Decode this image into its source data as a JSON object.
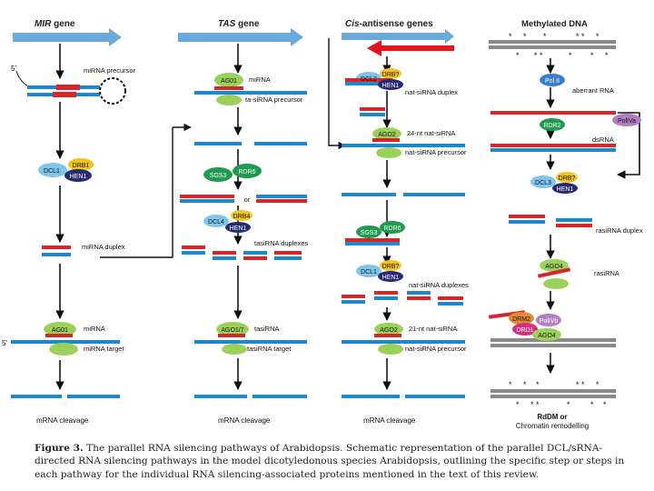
{
  "columns": {
    "mir": {
      "gene_prefix": "MIR",
      "gene_suffix": " gene",
      "precursor_label": "miRNA precursor",
      "five_prime": "5'",
      "drb": "DRB1",
      "dcl": "DCL1",
      "hen": "HEN1",
      "duplex_label": "miRNA duplex",
      "ago": "AG01",
      "mirna_label": "miRNA",
      "target_label": "miRNA target",
      "five_prime_target": "5'",
      "outcome": "mRNA cleavage"
    },
    "tas": {
      "gene_prefix": "TAS",
      "gene_suffix": " gene",
      "ago": "AG01",
      "mirna_label": "miRNA",
      "precursor_label": "ta-siRNA precursor",
      "sgs": "SGS3",
      "rdr": "RDR6",
      "or_label": "or",
      "drb": "DRB4",
      "dcl": "DCL4",
      "hen": "HEN1",
      "duplex_label": "tasiRNA duplexes",
      "ago2": "AGO1/7",
      "tasirna_label": "tasiRNA",
      "target_label": "tasiRNA target",
      "outcome": "mRNA cleavage"
    },
    "nat": {
      "gene_prefix": "Cis",
      "gene_suffix": "-antisense genes",
      "drb": "DRB?",
      "dcl": "DCL2",
      "hen": "HEN1",
      "duplex_label": "nat-siRNA duplex",
      "ago": "AGO2",
      "nt_label": "24-nt nat-siRNA",
      "precursor_label": "nat-siRNA precursor",
      "sgs": "SGS3",
      "rdr": "RDR6",
      "drb2": "DRB?",
      "dcl2": "DCL1",
      "hen2": "HEN1",
      "duplexes_label": "nat-siRNA duplexes",
      "ago2": "AGO2",
      "nt21_label": "21-nt nat-siRNA",
      "precursor2_label": "nat-siRNA precursor",
      "outcome": "mRNA cleavage"
    },
    "meth": {
      "title": "Methylated DNA",
      "star": "*",
      "polii": "Pol II",
      "aberrant_label": "aberrant RNA",
      "poliva": "PolIVa",
      "rdr": "RDR2",
      "dsrna_label": "dsRNA",
      "drb": "DRB?",
      "dcl": "DCL3",
      "hen": "HEN1",
      "duplex_label": "rasiRNA duplex",
      "ago": "AGO4",
      "rasirna_label": "rasiRNA",
      "drm": "DRM2",
      "drd": "DRD1",
      "polivb": "PolIVb",
      "ago2": "AGO4",
      "outcome_line1": "RdDM or",
      "outcome_line2": "Chromatin remodelling"
    }
  },
  "caption": {
    "label": "Figure 3.",
    "text": " The parallel RNA silencing pathways of Arabidopsis. Schematic representation of the parallel DCL/sRNA-directed RNA silencing pathways in the model dicotyledonous species Arabidopsis, outlining the specific step or steps in each pathway for the individual RNA silencing-associated proteins mentioned in the text of this review."
  },
  "colors": {
    "rna_blue": "#1e88c8",
    "rna_red": "#d6262b",
    "gene_arrow": "#6aa9dc",
    "antisense_arrow": "#e3141b",
    "dna_grey": "#8a8a8a",
    "dcl": "#7fc6ea",
    "drb": "#f2c41c",
    "hen": "#272b72",
    "ago": "#9bd05a",
    "rdr": "#1f9a4e",
    "pol": "#3a7ec8",
    "poliv": "#b37ec0",
    "drm": "#e38b2e",
    "drd": "#d62f80"
  }
}
